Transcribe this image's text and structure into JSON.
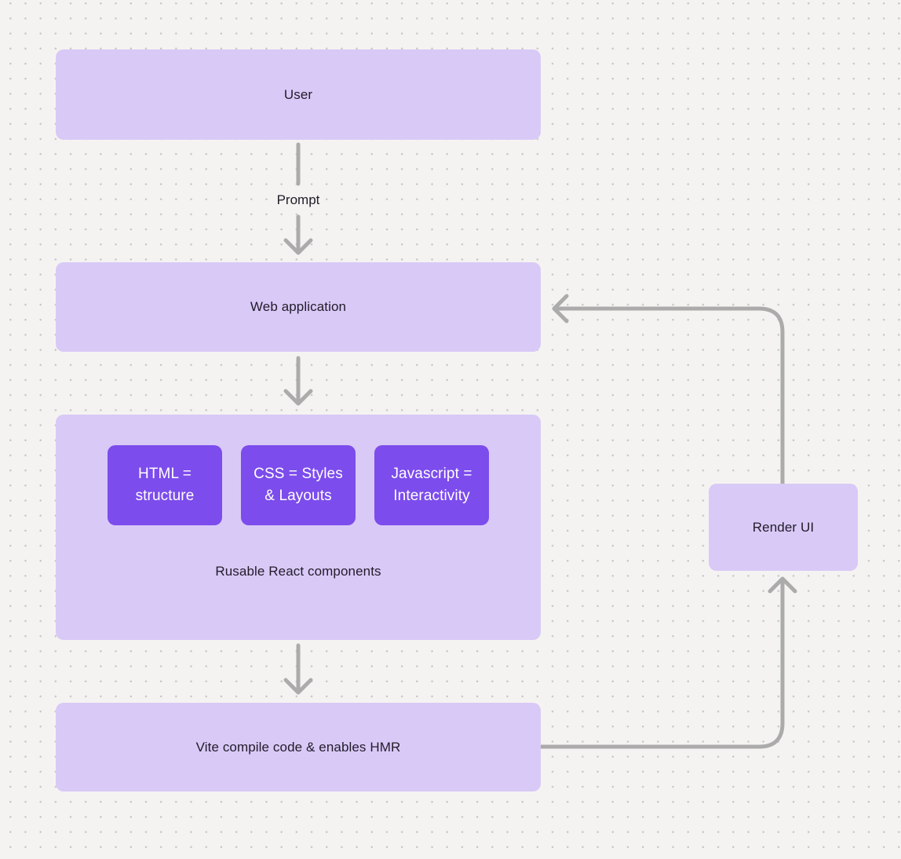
{
  "colors": {
    "background": "#f4f3f1",
    "dot": "#cac7c5",
    "node_fill": "#d9c9f7",
    "accent_fill": "#7c4cec",
    "connector": "#ababab",
    "text_dark": "#211c29",
    "text_light": "#ffffff"
  },
  "diagram": {
    "nodes": {
      "user": {
        "label": "User"
      },
      "web_application": {
        "label": "Web application"
      },
      "components_group": {
        "label": "Rusable React components",
        "children": [
          {
            "label": "HTML = structure"
          },
          {
            "label": "CSS = Styles & Layouts"
          },
          {
            "label": "Javascript = Interactivity"
          }
        ]
      },
      "vite": {
        "label": "Vite compile code & enables HMR"
      },
      "render_ui": {
        "label": "Render UI"
      }
    },
    "edges": [
      {
        "from": "User",
        "to": "Web application",
        "label": "Prompt"
      },
      {
        "from": "Web application",
        "to": "Rusable React components",
        "label": ""
      },
      {
        "from": "Rusable React components",
        "to": "Vite compile code & enables HMR",
        "label": ""
      },
      {
        "from": "Vite compile code & enables HMR",
        "to": "Render UI",
        "label": ""
      },
      {
        "from": "Render UI",
        "to": "Web application",
        "label": ""
      }
    ]
  }
}
